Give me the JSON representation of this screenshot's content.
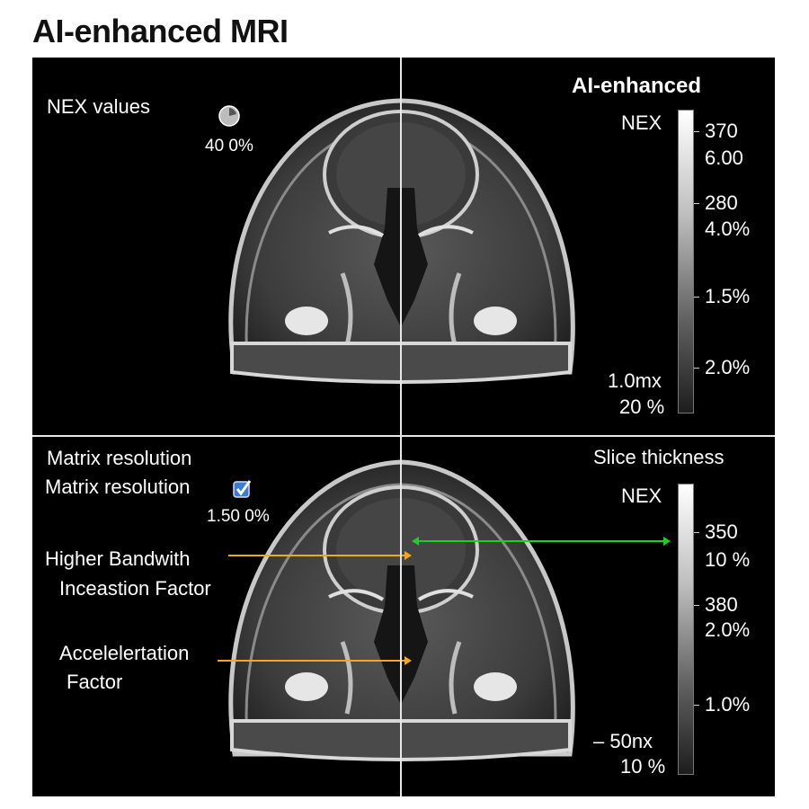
{
  "title": "AI-enhanced MRI",
  "top_left": {
    "heading": "NEX values",
    "value": "40 0%",
    "icon": "dial-icon"
  },
  "top_right": {
    "heading": "AI-enhanced",
    "bar_label": "NEX",
    "labels": [
      "370",
      "6.00",
      "280",
      "4.0%",
      "1.5%",
      "2.0%"
    ],
    "bottom_labels": [
      "1.0mx",
      "20 %"
    ]
  },
  "bottom_left": {
    "heading1": "Matrix resolution",
    "heading2": "Matrix resolution",
    "value": "1.50 0%",
    "icon": "checkbox-icon",
    "annotation1_line1": "Higher Bandwith",
    "annotation1_line2": "Inceastion Factor",
    "annotation2_line1": "Accelelertation",
    "annotation2_line2": "Factor"
  },
  "bottom_right": {
    "heading": "Slice thickness",
    "bar_label": "NEX",
    "labels": [
      "350",
      "10 %",
      "380",
      "2.0%",
      "1.0%"
    ],
    "bottom_labels": [
      "–  50nx",
      "10 %"
    ]
  },
  "colors": {
    "arrow_orange": "#f0a820",
    "arrow_green": "#22cc22"
  }
}
